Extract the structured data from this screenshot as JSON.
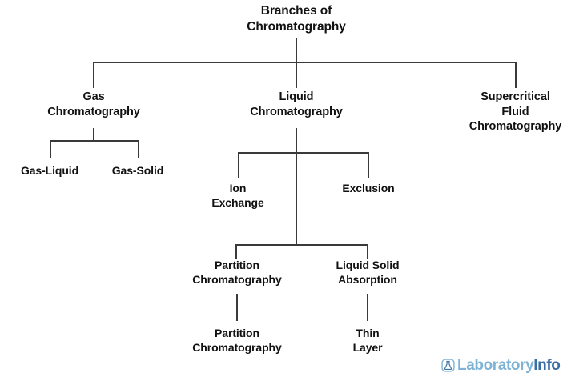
{
  "diagram": {
    "title": "Branches of\nChromatography",
    "background_color": "#ffffff",
    "line_color": "#3a3a3a",
    "text_color": "#111111",
    "levels": {
      "level1": [
        {
          "id": "root",
          "label": "Branches of\nChromatography"
        }
      ],
      "level2": [
        {
          "id": "gas-chromatography",
          "label": "Gas\nChromatography"
        },
        {
          "id": "liquid-chromatography",
          "label": "Liquid\nChromatography"
        },
        {
          "id": "supercritical-fluid-chromatography",
          "label": "Supercritical\nFluid\nChromatography"
        }
      ],
      "level3": [
        {
          "id": "gas-liquid",
          "label": "Gas-Liquid"
        },
        {
          "id": "gas-solid",
          "label": "Gas-Solid"
        },
        {
          "id": "ion-exchange",
          "label": "Ion\nExchange"
        },
        {
          "id": "exclusion",
          "label": "Exclusion"
        }
      ],
      "level4": [
        {
          "id": "partition-chromatography",
          "label": "Partition\nChromatography"
        },
        {
          "id": "liquid-solid-absorption",
          "label": "Liquid Solid\nAbsorption"
        }
      ],
      "level5": [
        {
          "id": "partition-chromatography-leaf",
          "label": "Partition\nChromatography"
        },
        {
          "id": "thin-layer",
          "label": "Thin\nLayer"
        }
      ]
    }
  },
  "logo": {
    "icon": "flask-logo-icon",
    "text_primary": "Laboratory",
    "text_secondary": "Info",
    "color_primary": "#7fb3d5",
    "color_secondary": "#3a6fa5"
  }
}
